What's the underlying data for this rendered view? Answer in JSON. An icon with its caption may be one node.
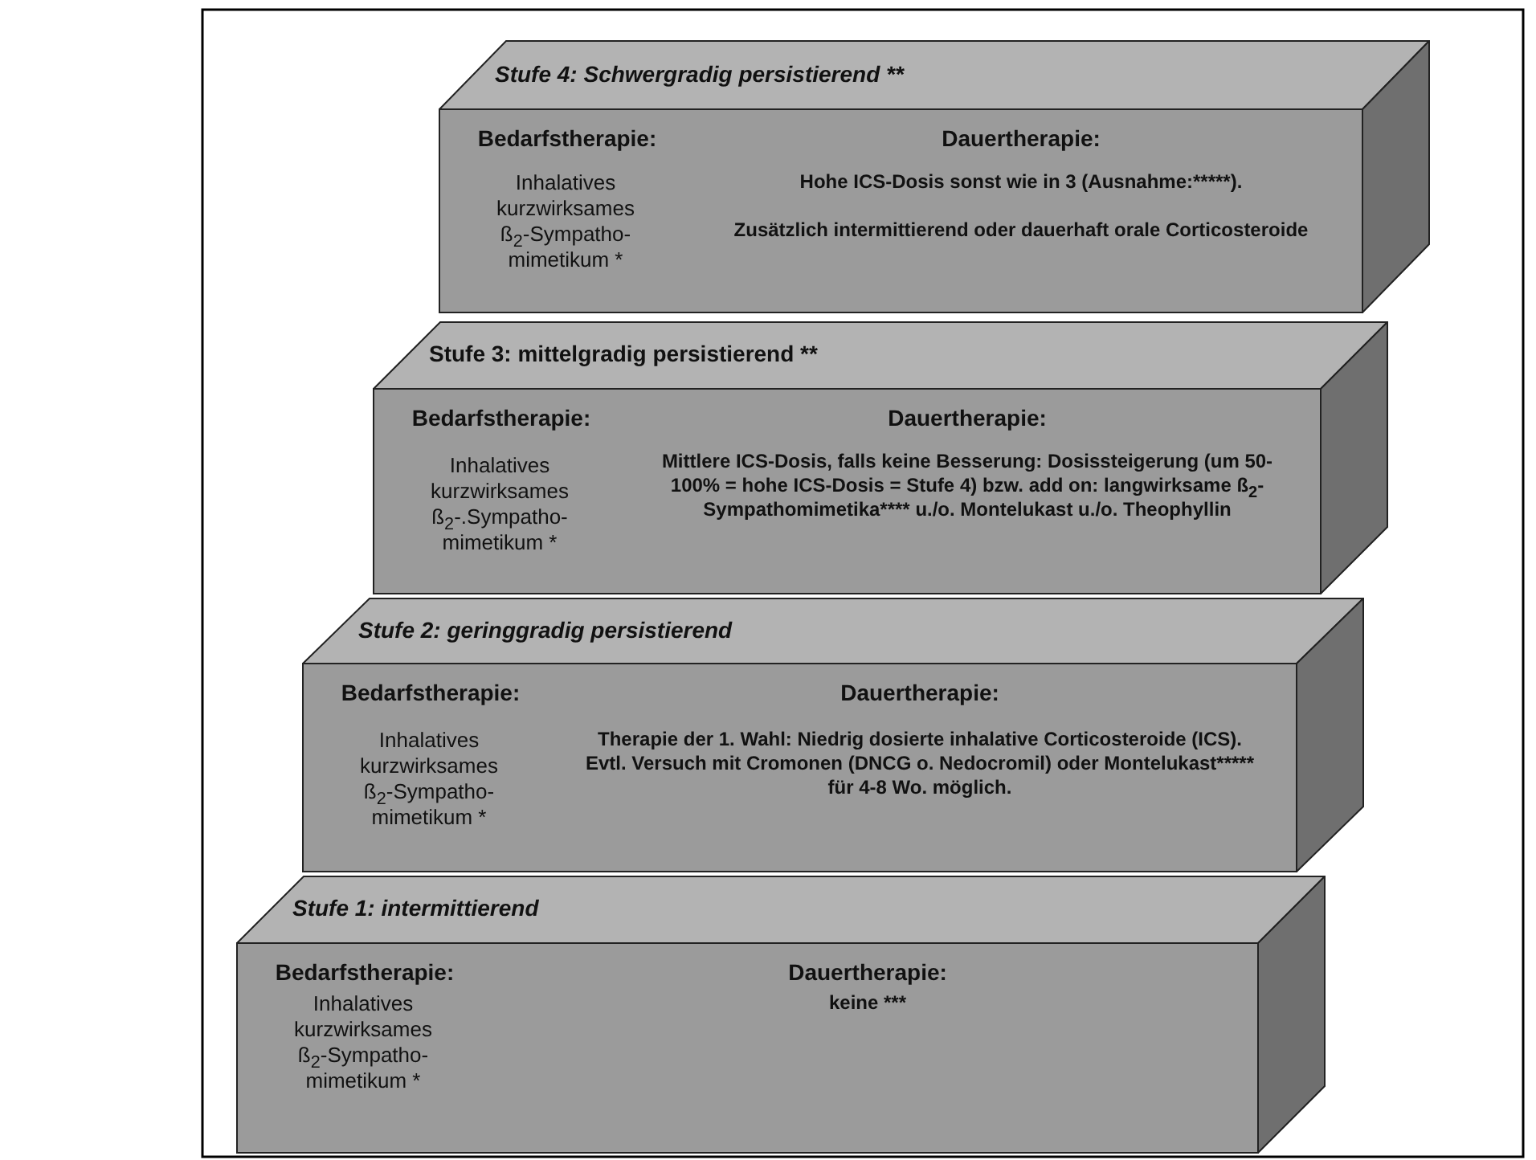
{
  "diagram": {
    "nodes": [
      {
        "text": [
          "Stufe 4: Schwergradig persistierend **",
          "Bedarfstherapie:",
          "Inhalatives kurzwirksames ß$_{2}$-Sympatho- mimetikum *",
          "Dauertherapie:",
          "Hohe ICS-Dosis sonst wie in 3 (Ausnahme:*****).",
          "Zusätzlich intermittierend oder dauerhaft orale Corticosteroide"
        ]
      },
      {
        "text": [
          "Stufe 3: mittelgradig persistierend **",
          "Bedarfstherapie:",
          "Inhalatives kurzwirksames ß$_{2}$-.Sympatho- mimetikum *",
          "Dauertherapie:",
          "Mittlere ICS-Dosis, falls keine Besserung: Dosissteigerung (um 50-100% = hohe ICS-Dosis = Stufe 4) bzw. add on: langwirksame ß$_{2}$-Sympathomimetika**** u./o. Montelukast u./o. Theophyllin"
        ]
      },
      {
        "text": [
          "Stufe 2: geringgradig persistierend",
          "Bedarfstherapie:",
          "Inhalatives kurzwirksames ß$_{2}$-Sympatho- mimetikum *",
          "Dauertherapie:",
          "Therapie der 1. Wahl: Niedrig dosierte inhalative Corticosteroide (ICS).",
          "Evtl. Versuch mit Cromonen (DNCG o. Nedocromil) oder Montelukast***** für 4-8 Wo. möglich."
        ]
      },
      {
        "text": [
          "Stufe 1: intermittierend",
          "Bedarfstherapie:",
          "Inhalatives kurzwirksames ß$_{2}$-Sympatho- mimetikum *",
          "Dauertherapie:",
          "keine ***"
        ]
      }
    ],
    "edges": []
  }
}
